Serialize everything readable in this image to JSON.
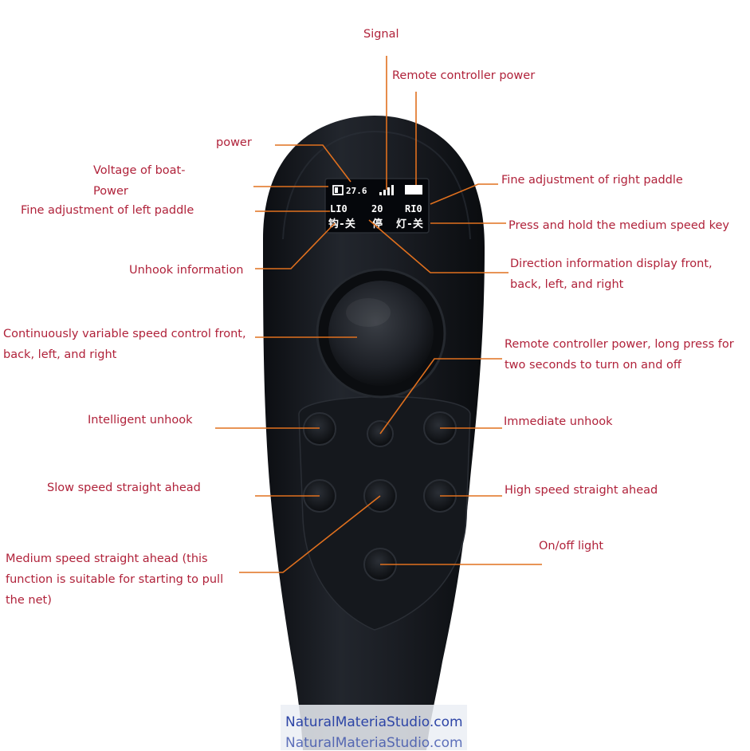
{
  "labels": {
    "signal": "Signal",
    "remote_power": "Remote controller power",
    "power": "power",
    "voltage": "Voltage of boat-\nPower",
    "fine_left": "Fine adjustment of left paddle",
    "fine_right": "Fine adjustment of right paddle",
    "medium_key": "Press and hold the medium speed key",
    "unhook_info": "Unhook information",
    "direction_info": "Direction information display front,\nback, left, and right",
    "speed_control": "Continuously variable speed control front,\nback, left, and right",
    "remote_power_long": "Remote controller power, long press for\ntwo seconds to turn on and off",
    "intelligent_unhook": "Intelligent unhook",
    "immediate_unhook": "Immediate unhook",
    "slow_speed": "Slow speed straight ahead",
    "high_speed": "High speed straight ahead",
    "medium_speed": "Medium speed straight ahead (this\nfunction is suitable for starting to pull\nthe net)",
    "onoff_light": "On/off light"
  },
  "screen": {
    "voltage": "27.6",
    "left_trim": "LI0",
    "center_value": "20",
    "right_trim": "RI0",
    "unhook_status": "钩-关",
    "direction": "停",
    "light_status": "灯-关"
  },
  "watermark": {
    "line1": "NaturalMateriaStudio.com",
    "line2": "NaturalMateriaStudio.com"
  },
  "colors": {
    "label_text": "#b0223a",
    "leader_line": "#e0701e",
    "remote_body": "#16191e",
    "watermark_text": "#2d45a6"
  }
}
